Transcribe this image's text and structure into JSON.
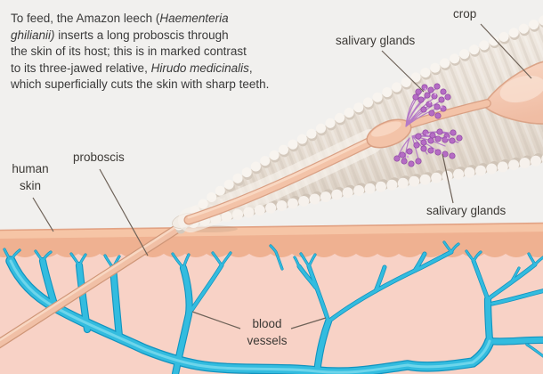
{
  "description": {
    "lines": [
      [
        {
          "t": "To feed, the Amazon leech ("
        },
        {
          "t": "Haementeria",
          "i": true
        }
      ],
      [
        {
          "t": "ghilianii)",
          "i": true
        },
        {
          "t": " inserts a long proboscis through"
        }
      ],
      [
        {
          "t": "the skin of its host; this is in marked contrast"
        }
      ],
      [
        {
          "t": "to its three-jawed relative, "
        },
        {
          "t": "Hirudo medicinalis",
          "i": true
        },
        {
          "t": ","
        }
      ],
      [
        {
          "t": "which superficially cuts the skin with sharp teeth."
        }
      ]
    ]
  },
  "labels": {
    "crop": "crop",
    "salivary_glands_top": "salivary glands",
    "salivary_glands_bottom": "salivary glands",
    "human_skin_1": "human",
    "human_skin_2": "skin",
    "proboscis": "proboscis",
    "blood_vessels_1": "blood",
    "blood_vessels_2": "vessels"
  },
  "colors": {
    "background": "#f1f0ee",
    "epidermis": "#efb191",
    "dermis": "#f8d2c6",
    "blood_vessel": "#33bcdf",
    "leech_body": "#ece4db",
    "proboscis_pink": "#f1c0a6",
    "salivary_gland_purple": "#b56cc4",
    "label_text": "#3c3935"
  }
}
